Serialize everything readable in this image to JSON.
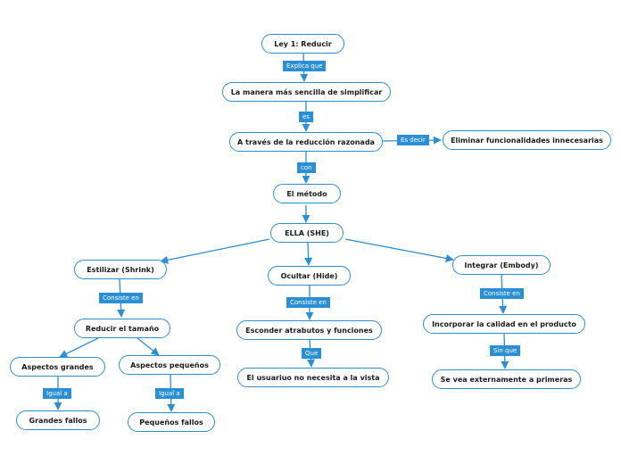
{
  "colors": {
    "accent": "#2b8fd6",
    "node_fill": "#ffffff",
    "text": "#1a1a1a"
  },
  "nodes": {
    "ley1": "Ley 1: Reducir",
    "manera": "La manera más sencilla de simplificar",
    "atraves": "A través de la reducción razonada",
    "eliminar": "Eliminar funcionalidades innecesarias",
    "metodo": "El método",
    "ella": "ELLA (SHE)",
    "estilizar": "Estilizar (Shrink)",
    "ocultar": "Ocultar (Hide)",
    "integrar": "Integrar (Embody)",
    "reducir_tam": "Reducir el tamaño",
    "esconder": "Esconder atrabutos y funciones",
    "incorporar": "Incorporar la calidad en el producto",
    "asp_grandes": "Aspectos grandes",
    "asp_pequenos": "Aspectos pequeños",
    "usuario": "El usuariuo no necesita a la vista",
    "externamente": "Se vea externamente a primeras",
    "grandes_fallos": "Grandes fallos",
    "pequenos_fallos": "Pequeños fallos"
  },
  "links": {
    "explica_que": "Explica que",
    "es": "es",
    "es_decir": "Es decir",
    "con": "con",
    "consiste_en_1": "Consiste en",
    "consiste_en_2": "Consiste en",
    "consiste_en_3": "Consiste en",
    "que": "Que",
    "sin_que": "Sin que",
    "igual_a_1": "Igual a",
    "igual_a_2": "Igual a"
  }
}
